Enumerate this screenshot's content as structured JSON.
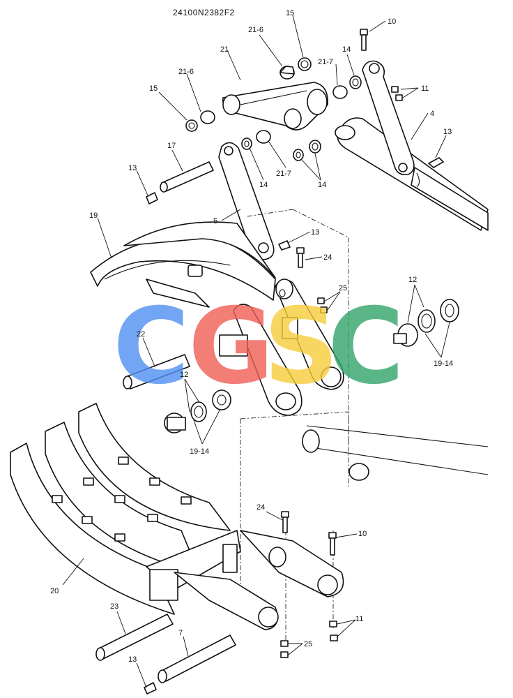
{
  "drawing_number": "24100N2382F2",
  "watermark": {
    "letters": [
      "C",
      "G",
      "S",
      "C"
    ],
    "colors": [
      "#4f8ff2",
      "#ef5f55",
      "#f7cc3b",
      "#33a56a"
    ]
  },
  "callouts": {
    "c10_top": "10",
    "c15_top": "15",
    "c21_6_top": "21-6",
    "c21": "21",
    "c21_7_top": "21-7",
    "c14_top": "14",
    "c11_top": "11",
    "c4": "4",
    "c13_right": "13",
    "c21_6_left": "21-6",
    "c15_left": "15",
    "c17": "17",
    "c13_left": "13",
    "c14_mid_a": "14",
    "c21_7_mid": "21-7",
    "c14_mid_b": "14",
    "c5": "5",
    "c13_mid": "13",
    "c24_top": "24",
    "c19": "19",
    "c25_top": "25",
    "c12_right": "12",
    "c19_14_right": "19-14",
    "c22": "22",
    "c12_left": "12",
    "c19_14_left": "19-14",
    "c24_bottom": "24",
    "c10_bottom": "10",
    "c20": "20",
    "c11_bottom": "11",
    "c23": "23",
    "c7": "7",
    "c25_bottom": "25",
    "c13_bottom": "13"
  }
}
